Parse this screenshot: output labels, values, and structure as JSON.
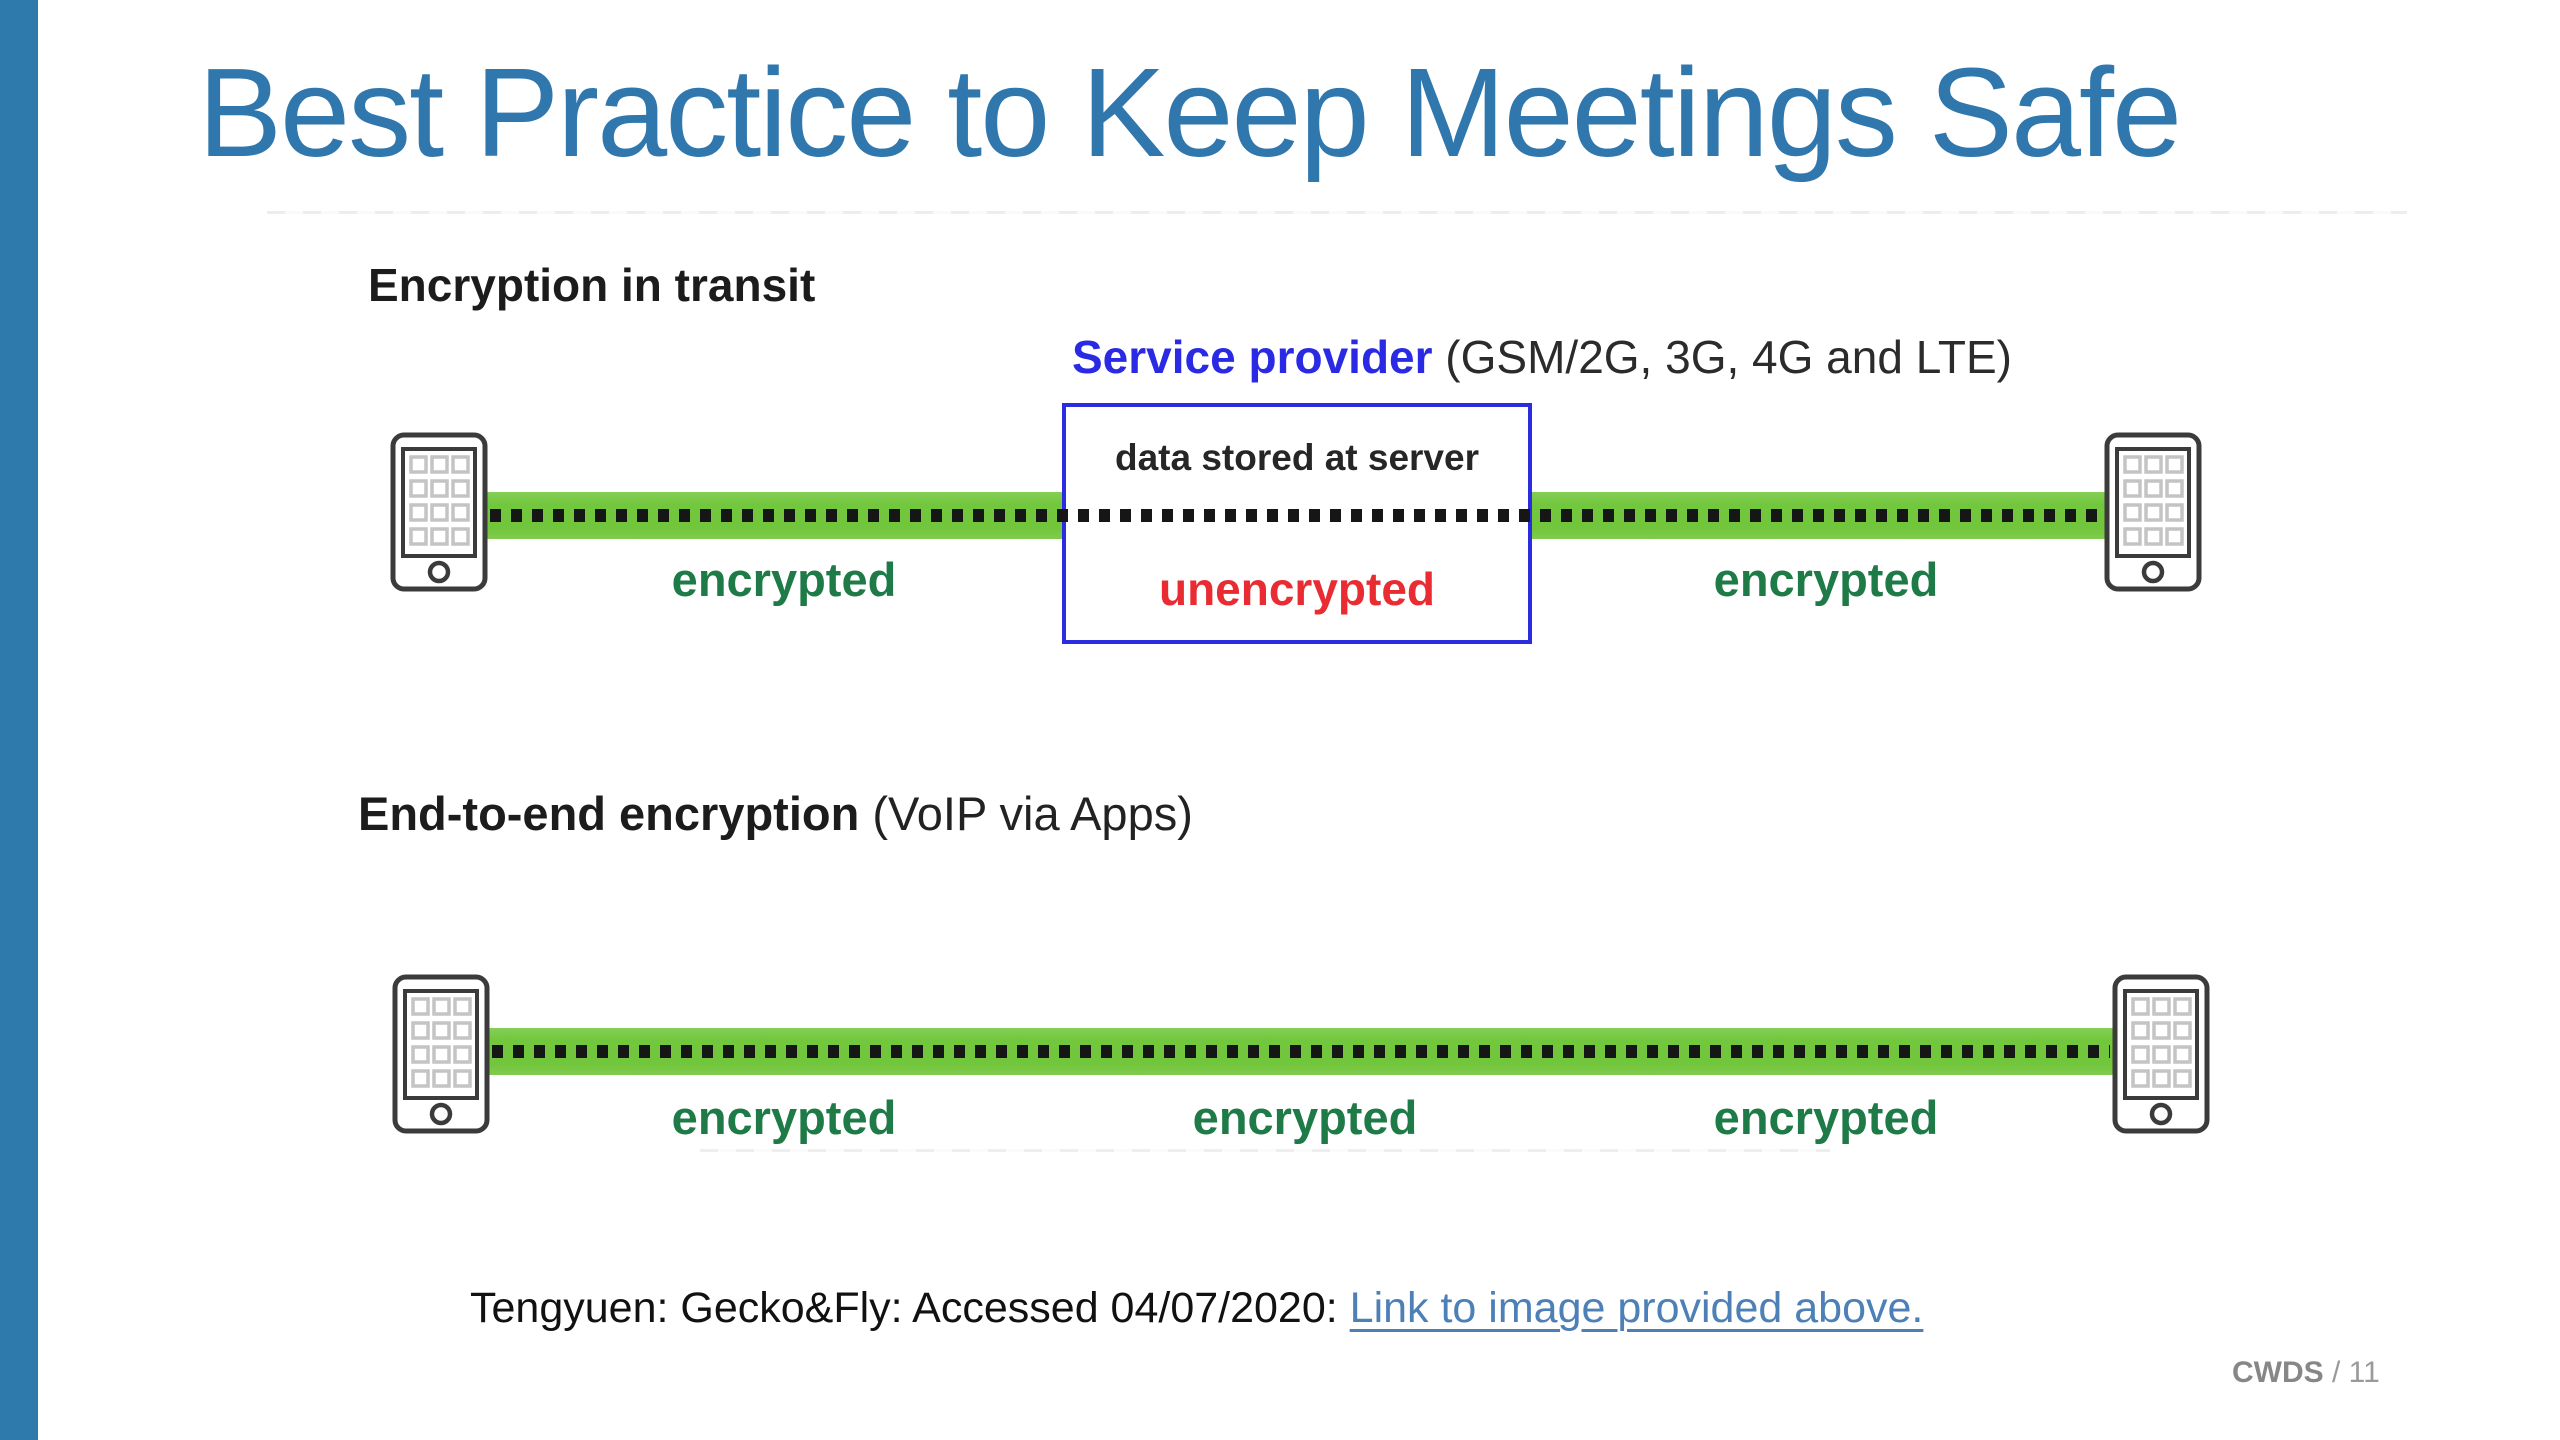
{
  "slide": {
    "title": "Best Practice to Keep Meetings Safe",
    "citation_text": "Tengyuen: Gecko&Fly: Accessed 04/07/2020: ",
    "citation_link": "Link to image provided above.",
    "footer_org": "CWDS",
    "footer_page": " / 11"
  },
  "transit_diagram": {
    "heading": "Encryption in transit",
    "provider": "Service provider",
    "provider_detail": " (GSM/2G, 3G, 4G and LTE)",
    "server_box_top": "data stored at server",
    "server_box_bottom": "unencrypted",
    "left_label": "encrypted",
    "right_label": "encrypted"
  },
  "e2e_diagram": {
    "heading": "End-to-end encryption",
    "heading_detail": " (VoIP via Apps)",
    "labels": [
      "encrypted",
      "encrypted",
      "encrypted"
    ]
  },
  "icons": {
    "phone": "smartphone-icon"
  },
  "colors": {
    "accent_blue": "#2e7aad",
    "title_blue": "#2f77ad",
    "provider_blue": "#2a2ae4",
    "box_border_blue": "#2b2be0",
    "unencrypted_red": "#e92b32",
    "encrypted_green": "#1e7a46",
    "bar_green": "#72c63c",
    "link_blue": "#4c80b6",
    "footer_gray": "#8c8c8c"
  }
}
